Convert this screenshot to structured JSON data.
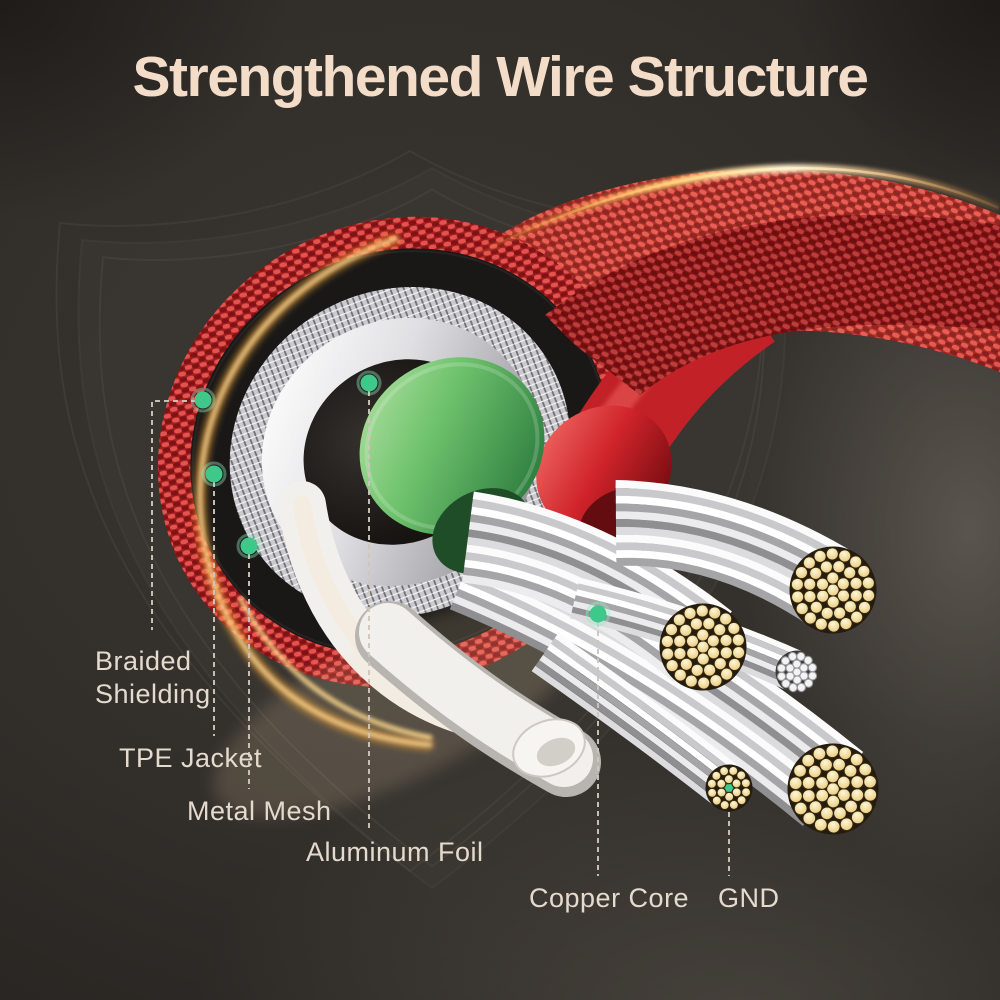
{
  "title": "Strengthened Wire Structure",
  "labels": {
    "braided_shielding": {
      "line1": "Braided",
      "line2": "Shielding"
    },
    "tpe_jacket": "TPE Jacket",
    "metal_mesh": "Metal Mesh",
    "aluminum_foil": "Aluminum Foil",
    "copper_core": "Copper Core",
    "gnd": "GND"
  },
  "colors": {
    "title_text": "#f3ddc8",
    "label_text": "#e4dacd",
    "leader_line": "#cfc6ba",
    "marker_green": "#3ec98a",
    "braid_red": "#c2272b",
    "wire_red": "#d0242a",
    "wire_green": "#6abf68",
    "jacket_black": "#191817",
    "mesh_silver": "#cbcbcf",
    "foil_white": "#f1efec",
    "copper_strand": "#f0d896",
    "glow_orange": "#f7a93c",
    "background": "#35312d"
  }
}
